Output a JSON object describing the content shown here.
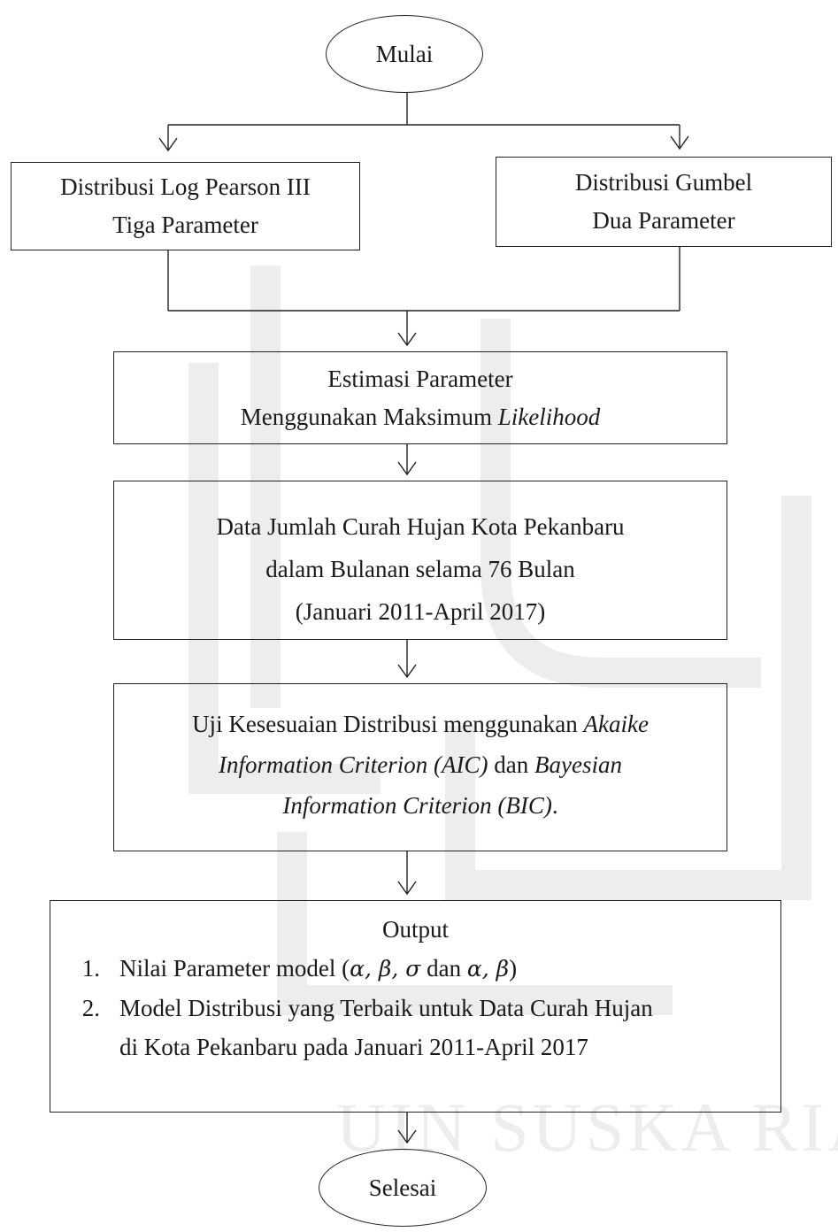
{
  "nodes": {
    "start": "Mulai",
    "lp": {
      "line1": "Distribusi Log Pearson  III",
      "line2": "Tiga Parameter"
    },
    "gb": {
      "line1": "Distribusi Gumbel",
      "line2": "Dua Parameter"
    },
    "est": {
      "line1": "Estimasi Parameter",
      "line2_a": "Menggunakan  Maksimum ",
      "line2_b": "Likelihood"
    },
    "data": {
      "line1": "Data Jumlah Curah Hujan Kota Pekanbaru",
      "line2": "dalam Bulanan selama 76 Bulan",
      "line3": "(Januari 2011-April 2017)"
    },
    "uji": {
      "a": "Uji Kesesuaian Distribusi menggunakan ",
      "b": "Akaike",
      "c": "Information Criterion (AIC)",
      "d": " dan ",
      "e": "Bayesian",
      "f": "Information Criterion (BIC)",
      "g": "."
    },
    "out": {
      "title": "Output",
      "item1_num": "1.",
      "item1_text": "Nilai Parameter model (",
      "item1_math1": "α, β, σ",
      "item1_dan": " dan ",
      "item1_math2": "α, β",
      "item1_close": ")",
      "item2_num": "2.",
      "item2_line1": "Model Distribusi yang Terbaik untuk Data Curah Hujan",
      "item2_line2": "di Kota Pekanbaru pada Januari 2011-April 2017"
    },
    "end": "Selesai"
  },
  "watermark_text": "UIN SUSKA RIAU",
  "colors": {
    "line": "#222222",
    "watermark": "#ececec"
  }
}
